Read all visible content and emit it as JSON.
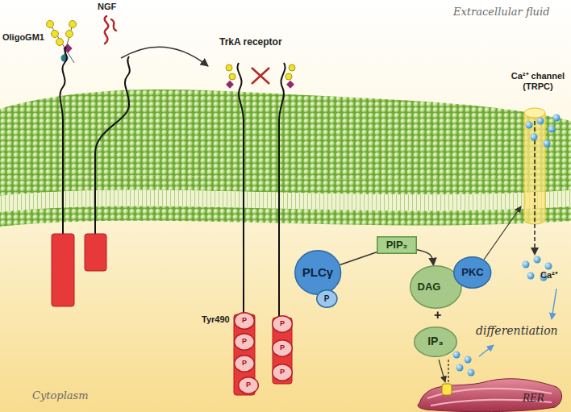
{
  "diagram": {
    "nodes": [
      {
        "text": [
          "P"
        ]
      },
      {
        "text": [
          "P"
        ]
      },
      {
        "text": [
          "P"
        ]
      },
      {
        "text": [
          "P"
        ]
      },
      {
        "text": [
          "P"
        ]
      },
      {
        "text": [
          "P"
        ]
      },
      {
        "text": [
          "P"
        ]
      },
      {
        "text": [
          "PLCγ"
        ]
      },
      {
        "text": [
          "P"
        ],
        "in": 7
      },
      {
        "text": [
          "PIP₂"
        ]
      },
      {
        "text": [
          "DAG"
        ]
      },
      {
        "text": [
          "PKC"
        ]
      },
      {
        "text": [
          "IP₃"
        ]
      }
    ],
    "edges": [
      {
        "from": 7,
        "to": 9,
        "arrow": "none"
      },
      {
        "from": 9,
        "to": 10,
        "arrow": "to"
      }
    ],
    "labels": [
      "NGF",
      "OligoGM1",
      "TrkA receptor",
      "Extracellular fluid",
      "Ca²⁺ channel (TRPC)",
      "Tyr490",
      "+",
      "Ca²⁺",
      "differentiation",
      "RER",
      "Cytoplasm"
    ]
  }
}
